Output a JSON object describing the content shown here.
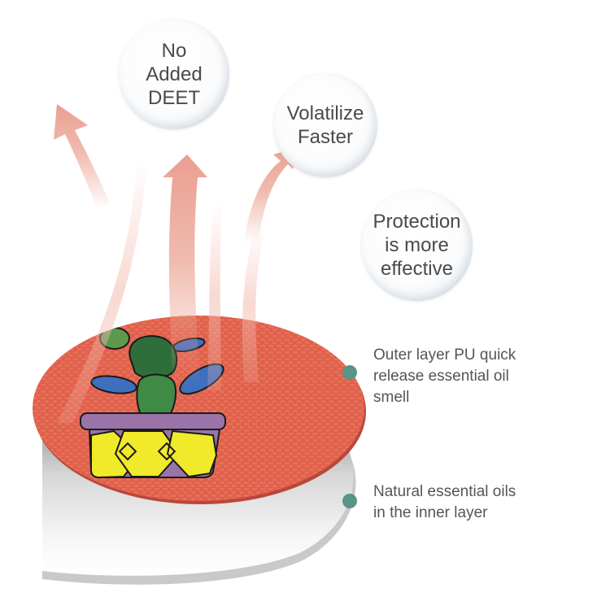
{
  "bubbles": [
    {
      "text": "No\nAdded\nDEET"
    },
    {
      "text": "Volatilize\nFaster"
    },
    {
      "text": "Protection\nis more\neffective"
    }
  ],
  "callouts": [
    {
      "text": "Outer layer PU quick\nrelease essential oil\nsmell"
    },
    {
      "text": "Natural essential oils\nin the inner layer"
    }
  ],
  "colors": {
    "outer_layer": "#e0604a",
    "outer_layer_edge": "#b9483a",
    "arrow": "#eba393",
    "callout_dot": "#5a9487",
    "cactus_green": "#3f8a45",
    "cactus_blue": "#3f6fbf",
    "pot_purple": "#9a74a8",
    "pot_yellow": "#f0ea2a"
  }
}
